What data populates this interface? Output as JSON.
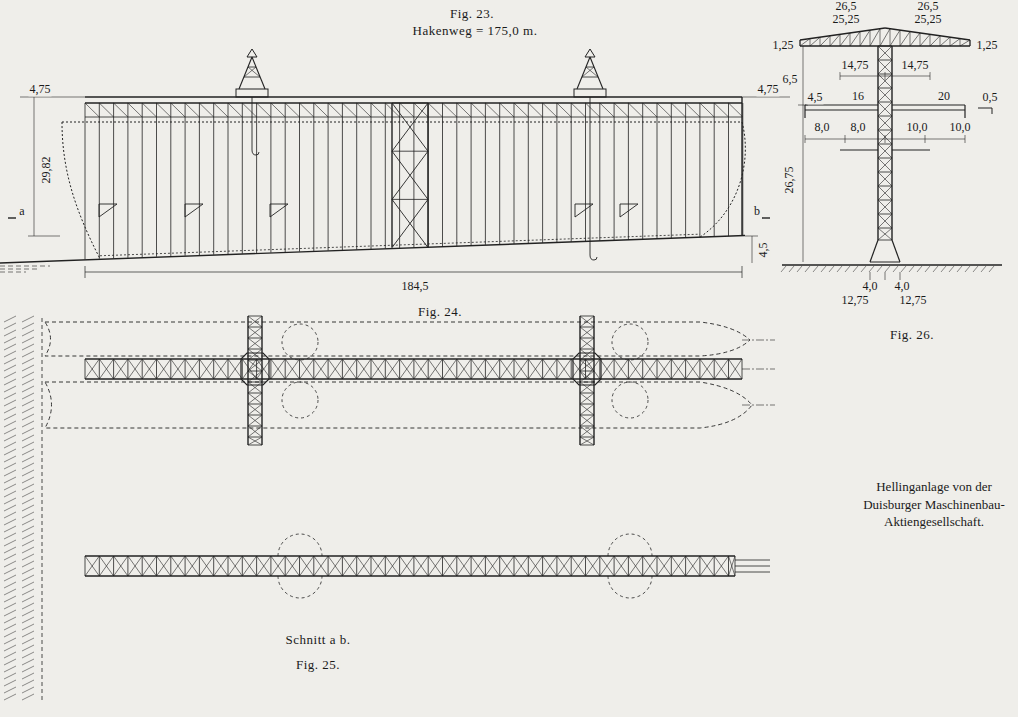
{
  "diagram": {
    "caption": "Hellinganlage von der Duisburger Maschinenbau-Aktiengesellschaft.",
    "labels": [
      "Fig. 23.",
      "Hakenweg = 175,0 m.",
      "4,75",
      "4,75",
      "29,82",
      "a",
      "b",
      "4,5",
      "184,5",
      "Fig. 24.",
      "Fig. 26.",
      "Schnitt a b.",
      "Fig. 25.",
      "26,5",
      "26,5",
      "25,25",
      "25,25",
      "1,25",
      "1,25",
      "6,5",
      "14,75",
      "14,75",
      "4,5",
      "16",
      "20",
      "0,5",
      "26,75",
      "8,0",
      "8,0",
      "10,0",
      "10,0",
      "4,0",
      "4,0",
      "12,75",
      "12,75"
    ]
  }
}
